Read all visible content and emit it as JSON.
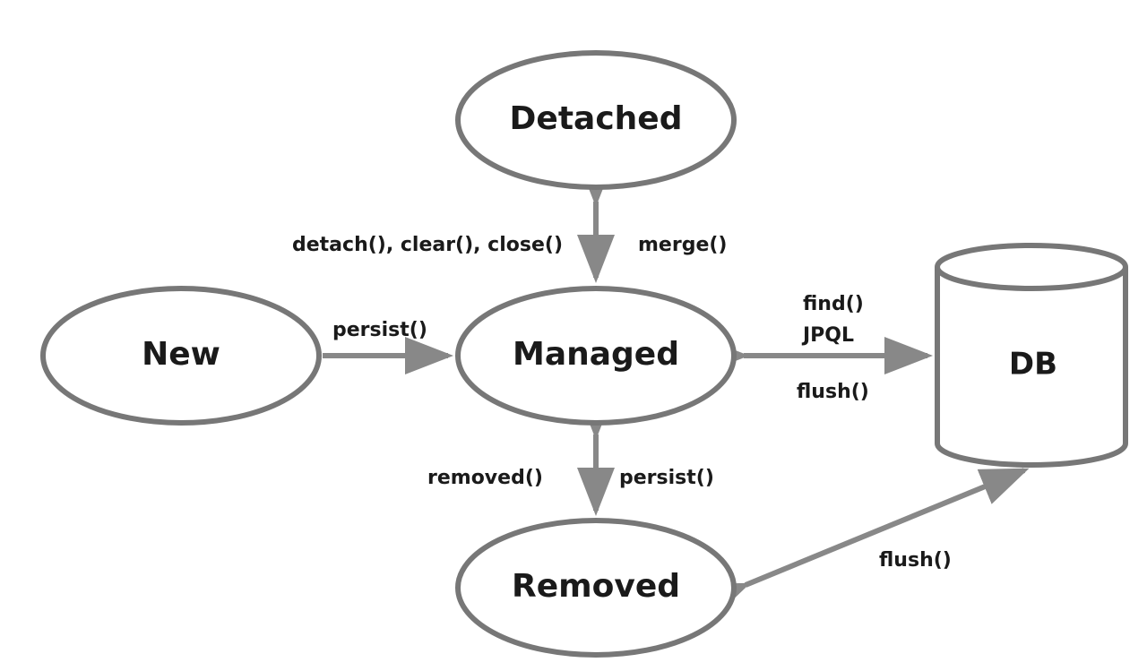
{
  "nodes": {
    "detached": "Detached",
    "new": "New",
    "managed": "Managed",
    "removed": "Removed",
    "db": "DB"
  },
  "edges": {
    "detach_label": "detach(), clear(), close()",
    "merge_label": "merge()",
    "persist_new_label": "persist()",
    "find_label": "find()",
    "jpql_label": "JPQL",
    "flush_managed_label": "flush()",
    "removed_label": "removed()",
    "persist_removed_label": "persist()",
    "flush_removed_label": "flush()"
  },
  "colors": {
    "stroke": "#777777",
    "arrow": "#888888",
    "text": "#1a1a1a",
    "background": "#ffffff"
  }
}
